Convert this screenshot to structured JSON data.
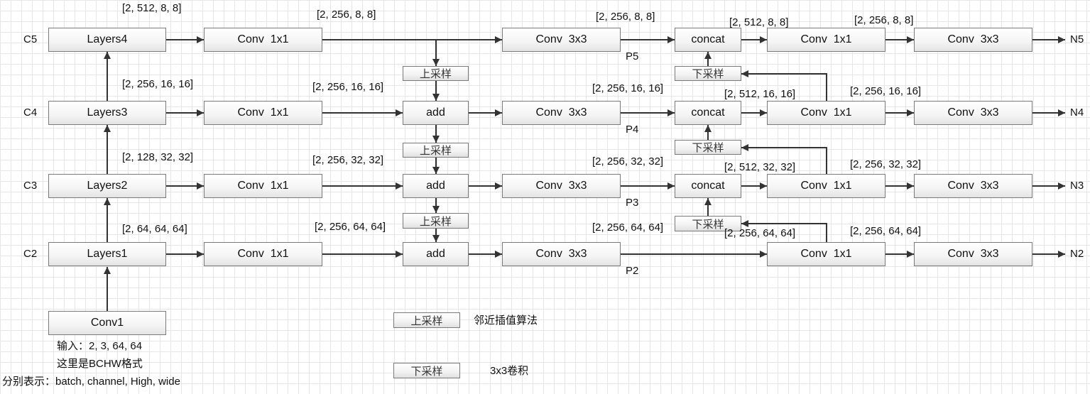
{
  "rows": {
    "c5": {
      "label": "C5",
      "layer": "Layers4",
      "out": "N5"
    },
    "c4": {
      "label": "C4",
      "layer": "Layers3",
      "out": "N4"
    },
    "c3": {
      "label": "C3",
      "layer": "Layers2",
      "out": "N3"
    },
    "c2": {
      "label": "C2",
      "layer": "Layers1",
      "out": "N2"
    }
  },
  "blocks": {
    "conv1": "Conv1",
    "conv1x1": "Conv  1x1",
    "conv3x3": "Conv  3x3",
    "add": "add",
    "concat": "concat",
    "upsample": "上采样",
    "downsample": "下采样"
  },
  "p_labels": {
    "p5": "P5",
    "p4": "P4",
    "p3": "P3",
    "p2": "P2"
  },
  "shapes": {
    "layers4_out": "[2, 512, 8, 8]",
    "c5_lateral": "[2, 256, 8, 8]",
    "p5_out": "[2, 256, 8, 8]",
    "n5_concat": "[2, 512, 8, 8]",
    "n5_conv": "[2, 256, 8, 8]",
    "layers3_out": "[2, 256, 16, 16]",
    "c4_lateral": "[2, 256, 16, 16]",
    "p4_out": "[2, 256, 16, 16]",
    "n4_concat": "[2, 512, 16, 16]",
    "n4_conv": "[2, 256, 16, 16]",
    "layers2_out": "[2, 128, 32, 32]",
    "c3_lateral": "[2, 256, 32, 32]",
    "p3_out": "[2, 256, 32, 32]",
    "n3_concat": "[2, 512, 32, 32]",
    "n3_conv": "[2, 256, 32, 32]",
    "layers1_out": "[2, 64, 64, 64]",
    "c2_lateral": "[2, 256, 64, 64]",
    "p2_out": "[2, 256, 64, 64]",
    "n2_in": "[2, 256, 64, 64]",
    "n2_conv": "[2, 256, 64, 64]"
  },
  "input_notes": {
    "line1": "输入：2, 3, 64, 64",
    "line2": "这里是BCHW格式",
    "line3": "分别表示：batch, channel, High, wide"
  },
  "legend": {
    "upsample_box": "上采样",
    "upsample_desc": "邻近插值算法",
    "downsample_box": "下采样",
    "downsample_desc": "3x3卷积"
  }
}
